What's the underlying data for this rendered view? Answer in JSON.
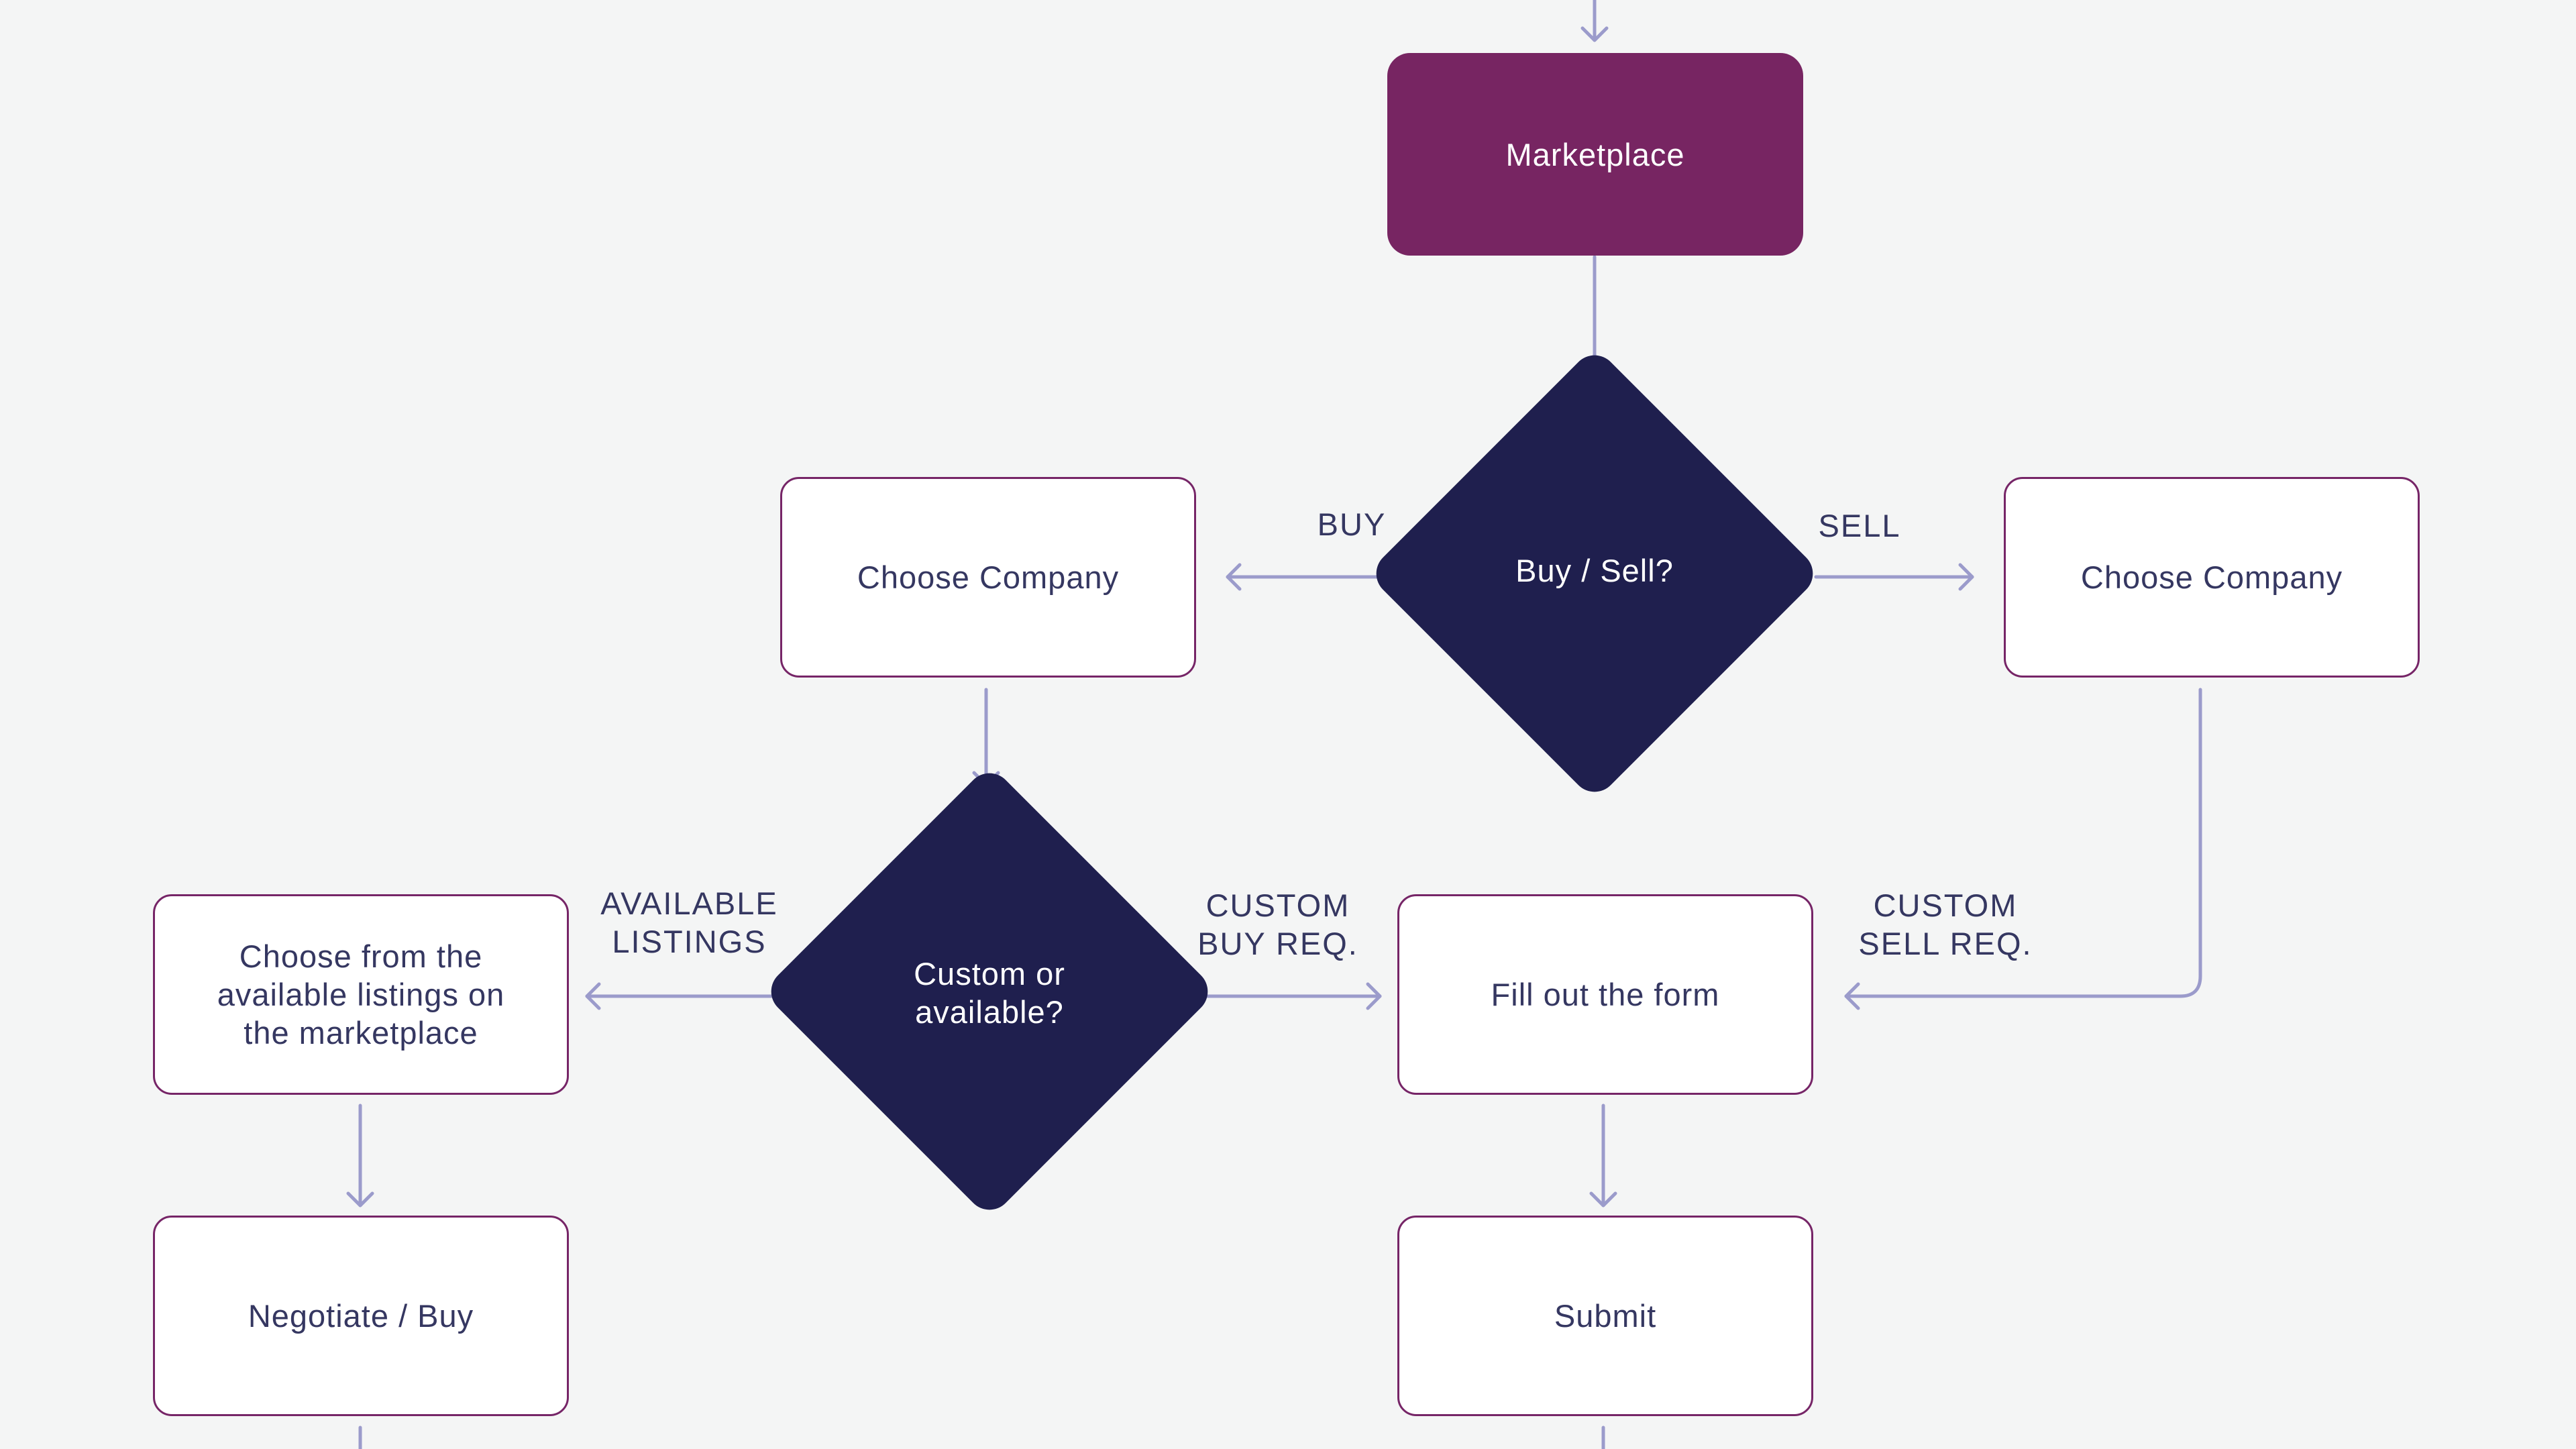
{
  "colors": {
    "background": "#f4f5f5",
    "connector": "#9b9bcb",
    "start_fill": "#772562",
    "decision_fill": "#1f1f4e",
    "box_border": "#762567",
    "text": "#353761"
  },
  "nodes": {
    "marketplace": "Marketplace",
    "buy_sell": "Buy / Sell?",
    "choose_company_buy": "Choose Company",
    "choose_company_sell": "Choose Company",
    "custom_or_available": "Custom or\navailable?",
    "choose_listings": "Choose from the\navailable listings on\nthe marketplace",
    "fill_form": "Fill out the form",
    "negotiate_buy": "Negotiate / Buy",
    "submit": "Submit"
  },
  "edges": {
    "buy": "BUY",
    "sell": "SELL",
    "available_listings": "AVAILABLE\nLISTINGS",
    "custom_buy_req": "CUSTOM\nBUY REQ.",
    "custom_sell_req": "CUSTOM\nSELL REQ."
  }
}
